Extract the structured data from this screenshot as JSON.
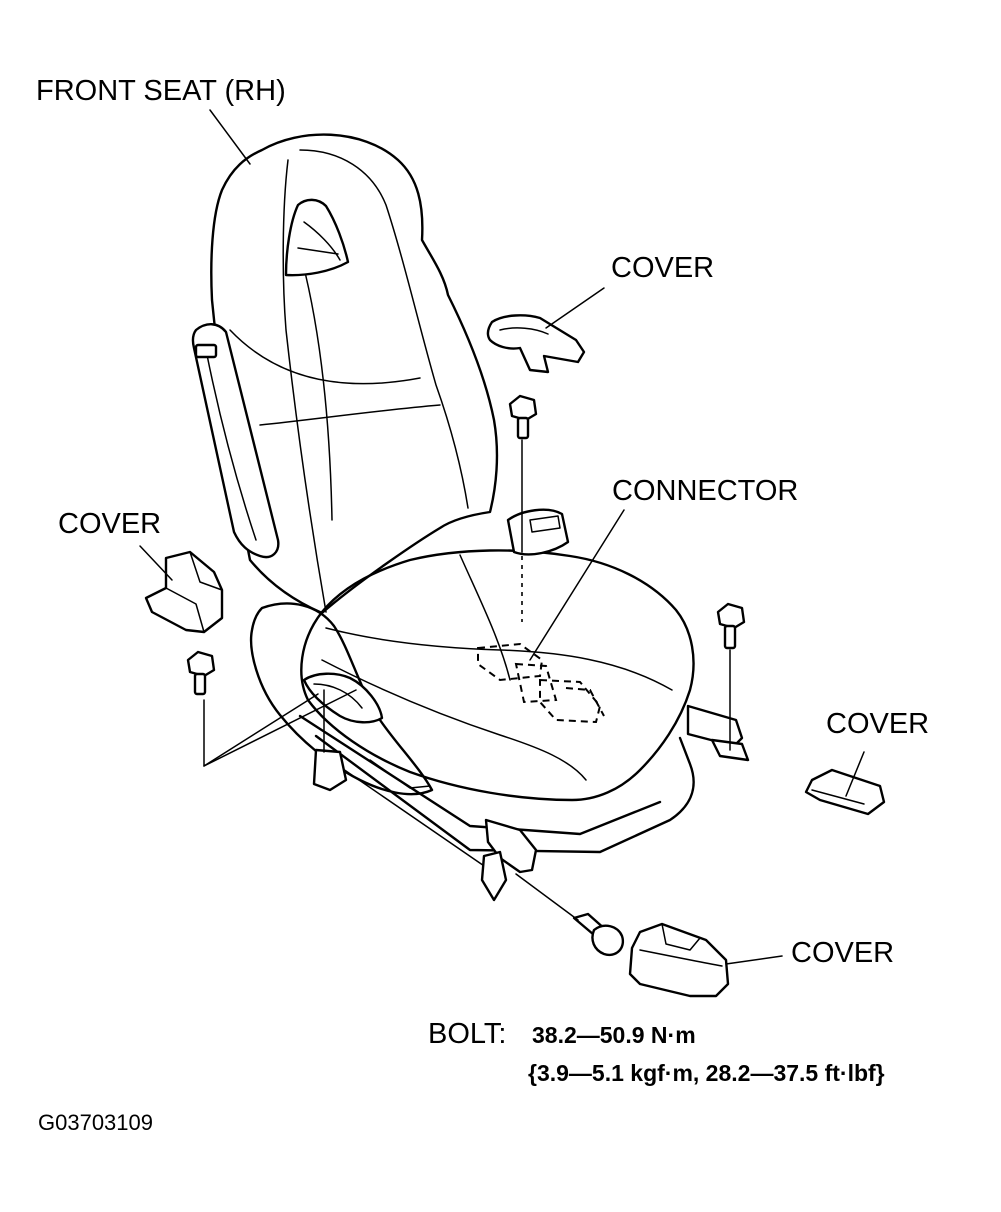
{
  "labels": {
    "front_seat": "FRONT SEAT (RH)",
    "cover_top_right": "COVER",
    "connector": "CONNECTOR",
    "cover_left": "COVER",
    "cover_right": "COVER",
    "cover_bottom": "COVER"
  },
  "torque_spec": {
    "label": "BOLT:",
    "value": "38.2—50.9 N·m",
    "conversion": "{3.9—5.1 kgf·m, 28.2—37.5 ft·lbf}"
  },
  "figure_code": "G03703109"
}
